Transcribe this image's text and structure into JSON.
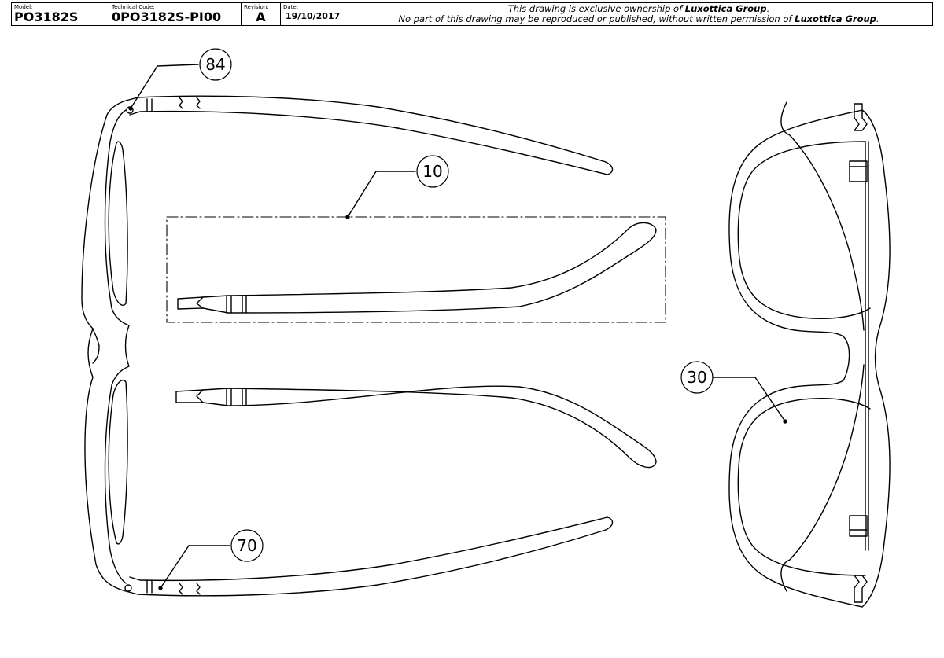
{
  "title_block": {
    "model_label": "Model:",
    "model": "PO3182S",
    "tech_label": "Technical Code:",
    "tech_code": "0PO3182S-PI00",
    "revision_label": "Revision:",
    "revision": "A",
    "date_label": "Date:",
    "date": "19/10/2017",
    "notice_line1_pre": "This drawing is exclusive ownership of ",
    "notice_line1_brand": "Luxottica Group",
    "notice_line1_post": ".",
    "notice_line2_pre": "No part of this drawing may be reproduced or published, without written permission of ",
    "notice_line2_brand": "Luxottica Group",
    "notice_line2_post": "."
  },
  "callouts": {
    "frame_hinge_screw": "84",
    "temple": "10",
    "lens": "30",
    "hinge": "70"
  }
}
